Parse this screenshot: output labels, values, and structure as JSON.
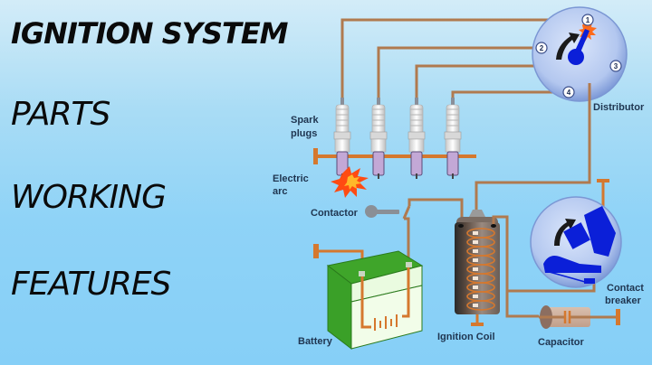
{
  "slide": {
    "title": "IGNITION SYSTEM",
    "sections": [
      "PARTS",
      "WORKING",
      "FEATURES"
    ]
  },
  "diagram": {
    "labels": {
      "spark_plugs_1": "Spark",
      "spark_plugs_2": "plugs",
      "electric_arc_1": "Electric",
      "electric_arc_2": "arc",
      "contactor": "Contactor",
      "battery": "Battery",
      "ignition_coil": "Ignition Coil",
      "capacitor": "Capacitor",
      "distributor": "Distributor",
      "contact_breaker_1": "Contact",
      "contact_breaker_2": "breaker"
    },
    "distributor_terminals": [
      "1",
      "2",
      "3",
      "4"
    ],
    "spark_plug_count": 4,
    "colors": {
      "wire": "#b07a4f",
      "wire_hot": "#d5782e",
      "rotor_blue": "#0b1fd8",
      "battery_green": "#3fa52a",
      "disc_blue": "#b9cdf2"
    }
  }
}
